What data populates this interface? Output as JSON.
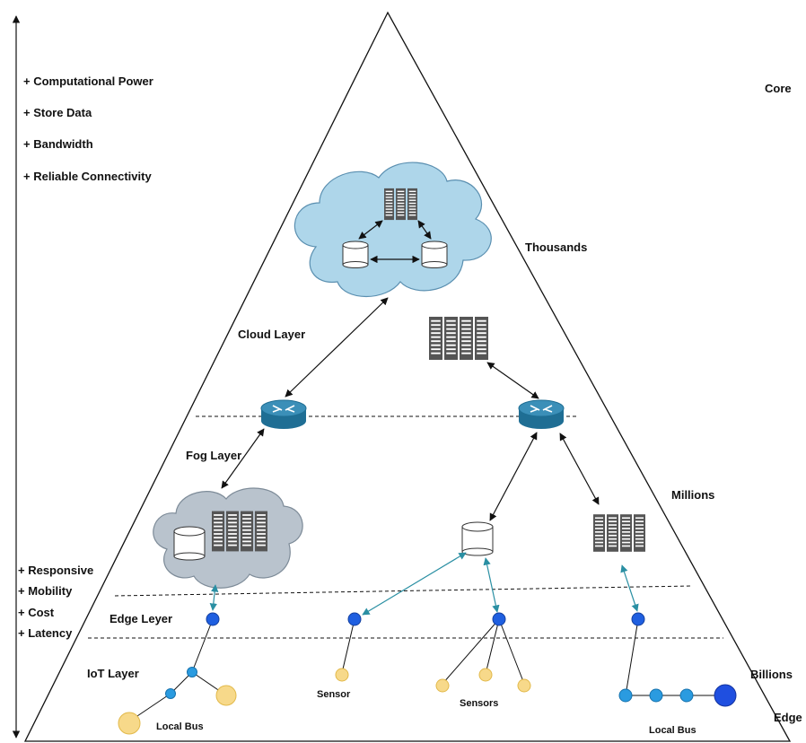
{
  "left_axis": {
    "top_benefits": [
      "+ Computational Power",
      "+ Store Data",
      "+ Bandwidth",
      "+ Reliable Connectivity"
    ],
    "bottom_benefits": [
      "+ Responsive",
      "+ Mobility",
      "+ Cost",
      "+ Latency"
    ]
  },
  "scale": {
    "core": "Core",
    "thousands": "Thousands",
    "millions": "Millions",
    "billions": "Billions",
    "edge": "Edge"
  },
  "layers": {
    "cloud": "Cloud Layer",
    "fog": "Fog Layer",
    "edge": "Edge Leyer",
    "iot": "IoT Layer"
  },
  "device_labels": {
    "sensor": "Sensor",
    "sensors": "Sensors",
    "local_bus_left": "Local Bus",
    "local_bus_right": "Local Bus"
  },
  "colors": {
    "cloud_blue": "#aed6ea",
    "cloud_gray": "#b9c3cd",
    "router": "#1f6e94",
    "server": "#555555",
    "edge_node": "#1f5fe0",
    "sensor_yellow": "#f7d98a",
    "teal_link": "#2a8fa3"
  }
}
